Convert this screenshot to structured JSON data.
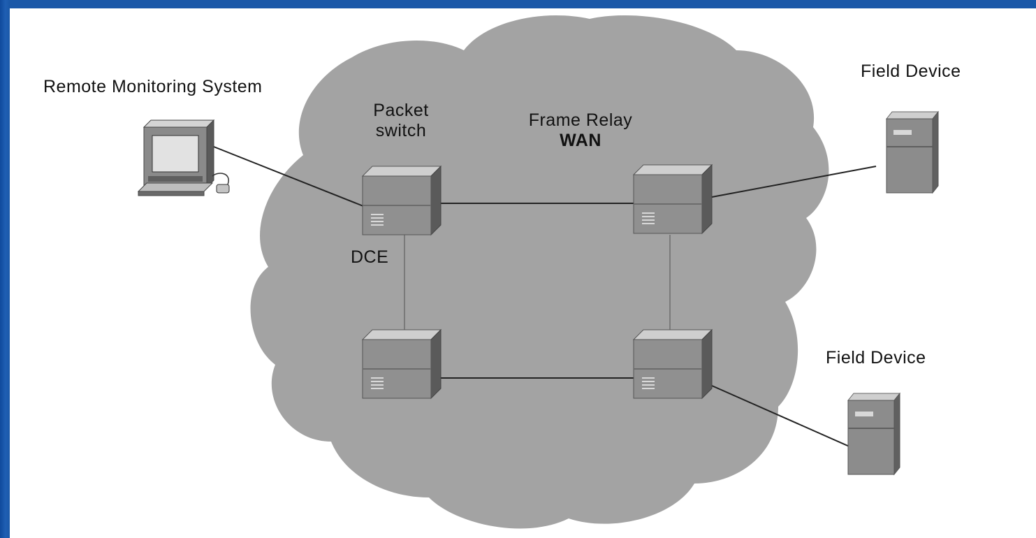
{
  "diagram": {
    "labels": {
      "remote_monitoring": "Remote Monitoring System",
      "packet_switch_line1": "Packet",
      "packet_switch_line2": "switch",
      "frame_relay_line1": "Frame Relay",
      "frame_relay_line2": "WAN",
      "dce": "DCE",
      "field_device_top": "Field Device",
      "field_device_bottom": "Field Device"
    },
    "colors": {
      "border_blue": "#1a58a8",
      "cloud_gray": "#a3a3a3",
      "device_gray": "#8f8f8f",
      "link_line": "#222222"
    }
  }
}
